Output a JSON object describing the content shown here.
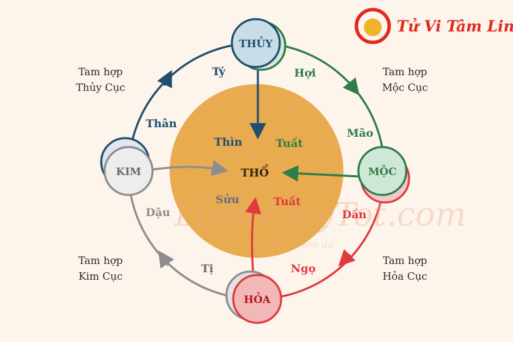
{
  "logo": {
    "text": "Tử Vi Tâm Linh"
  },
  "watermark": {
    "brand": "LichNgayTot.com",
    "slogan": "Đón lành - Tránh dữ"
  },
  "center": {
    "label": "THỔ",
    "branches": {
      "thin": "Thìn",
      "tuat_green": "Tuất",
      "suu": "Sửu",
      "tuat_red": "Tuất"
    }
  },
  "nodes": {
    "thuy": "THỦY",
    "moc": "MỘC",
    "hoa": "HỎA",
    "kim": "KIM"
  },
  "branches": {
    "ty_top": "Tý",
    "hoi": "Hợi",
    "mao": "Mão",
    "than": "Thân",
    "dau": "Dậu",
    "dan": "Dần",
    "ngo": "Ngọ",
    "ti": "Tị"
  },
  "tam_hop": [
    {
      "line1": "Tam hợp",
      "line2": "Thủy Cục"
    },
    {
      "line1": "Tam hợp",
      "line2": "Mộc Cục"
    },
    {
      "line1": "Tam hợp",
      "line2": "Kim Cục"
    },
    {
      "line1": "Tam hợp",
      "line2": "Hỏa Cục"
    }
  ],
  "colors": {
    "water": "#1f4e6e",
    "wood": "#2e7d4a",
    "fire": "#e0393e",
    "metal": "#8d8d8d",
    "earth": "#e8ab4f",
    "bg": "#fdf5ec"
  }
}
